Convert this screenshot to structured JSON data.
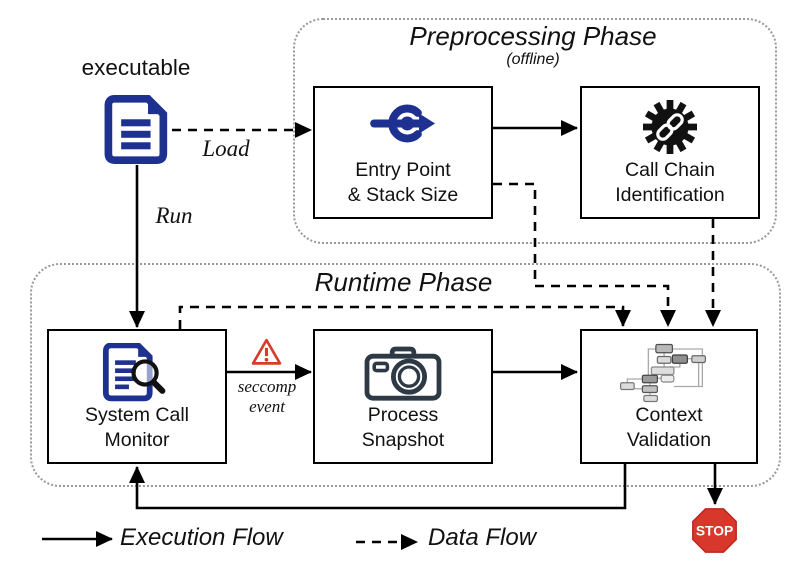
{
  "phases": {
    "preprocessing": {
      "title": "Preprocessing Phase",
      "subtitle": "(offline)"
    },
    "runtime": {
      "title": "Runtime Phase"
    }
  },
  "nodes": {
    "executable": {
      "label": "executable"
    },
    "entry_point": {
      "line1": "Entry Point",
      "line2": "& Stack Size"
    },
    "call_chain": {
      "line1": "Call Chain",
      "line2": "Identification"
    },
    "system_call_monitor": {
      "line1": "System Call",
      "line2": "Monitor"
    },
    "process_snapshot": {
      "line1": "Process",
      "line2": "Snapshot"
    },
    "context_validation": {
      "line1": "Context",
      "line2": "Validation"
    },
    "stop": {
      "label": "STOP"
    }
  },
  "edge_labels": {
    "load": "Load",
    "run": "Run",
    "seccomp_line1": "seccomp",
    "seccomp_line2": "event"
  },
  "legend": {
    "execution": "Execution Flow",
    "data": "Data Flow"
  },
  "colors": {
    "navy": "#1e3191",
    "camera_slate": "#2d3a46",
    "warning_red": "#d93a2b",
    "stop_red": "#d8372b",
    "container_dotted_gray": "#999999",
    "box_border_black": "#000000",
    "callgraph_gray": "#aaaaaa"
  },
  "icons": {
    "executable": "document-icon",
    "entry_point": "entry-arrow-icon",
    "call_chain": "gear-chain-icon",
    "system_call_monitor": "document-magnifier-icon",
    "process_snapshot": "camera-icon",
    "context_validation": "callgraph-icon",
    "seccomp": "warning-triangle-icon",
    "stop": "stop-sign-icon"
  }
}
